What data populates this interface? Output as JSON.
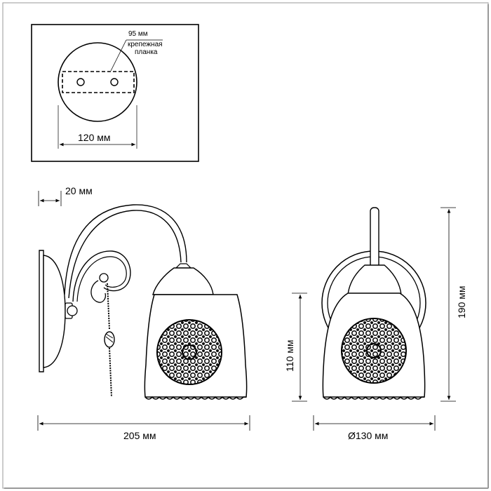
{
  "mount_plate": {
    "plate_width_label": "95 мм",
    "plate_name_line1": "крепежная",
    "plate_name_line2": "планка",
    "base_width_label": "120 мм"
  },
  "side_view": {
    "arm_offset_label": "20 мм",
    "total_depth_label": "205 мм"
  },
  "front_view": {
    "total_height_label": "190 мм",
    "shade_height_label": "110 мм",
    "shade_diameter_label": "Ø130 мм"
  },
  "colors": {
    "line": "#000000",
    "background": "#ffffff",
    "dimension_line": "#666666"
  }
}
